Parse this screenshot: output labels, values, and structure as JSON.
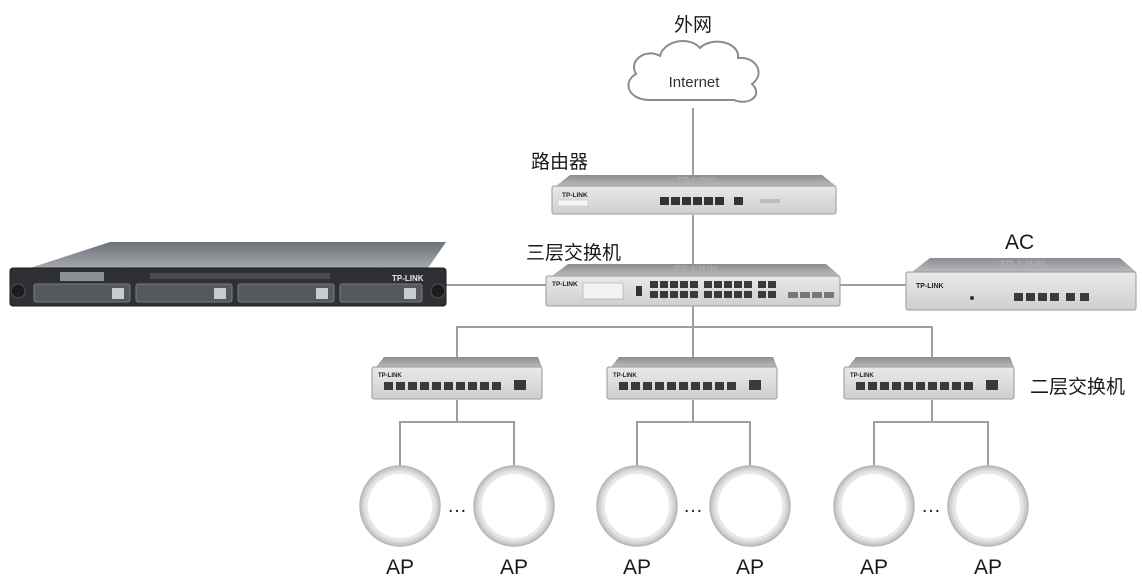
{
  "labels": {
    "wan": "外网",
    "internet": "Internet",
    "router": "路由器",
    "l3_switch": "三层交换机",
    "ac": "AC",
    "l2_switch": "二层交换机",
    "ap": "AP",
    "ellipsis": "…"
  },
  "brand": "TP-LINK",
  "icons": {
    "cloud": "internet-cloud-icon",
    "router": "router-device-icon",
    "l3_switch": "layer3-switch-device-icon",
    "ac": "access-controller-device-icon",
    "server": "rack-server-device-icon",
    "l2_switch": "layer2-switch-device-icon",
    "ap": "ceiling-access-point-icon"
  },
  "colors": {
    "line": "#9e9e9e",
    "device_body": "#dcdcdc",
    "device_dark": "#2f3033",
    "text": "#1a1a1a"
  },
  "groups": [
    {
      "aps": [
        "AP",
        "AP"
      ]
    },
    {
      "aps": [
        "AP",
        "AP"
      ]
    },
    {
      "aps": [
        "AP",
        "AP"
      ]
    }
  ]
}
